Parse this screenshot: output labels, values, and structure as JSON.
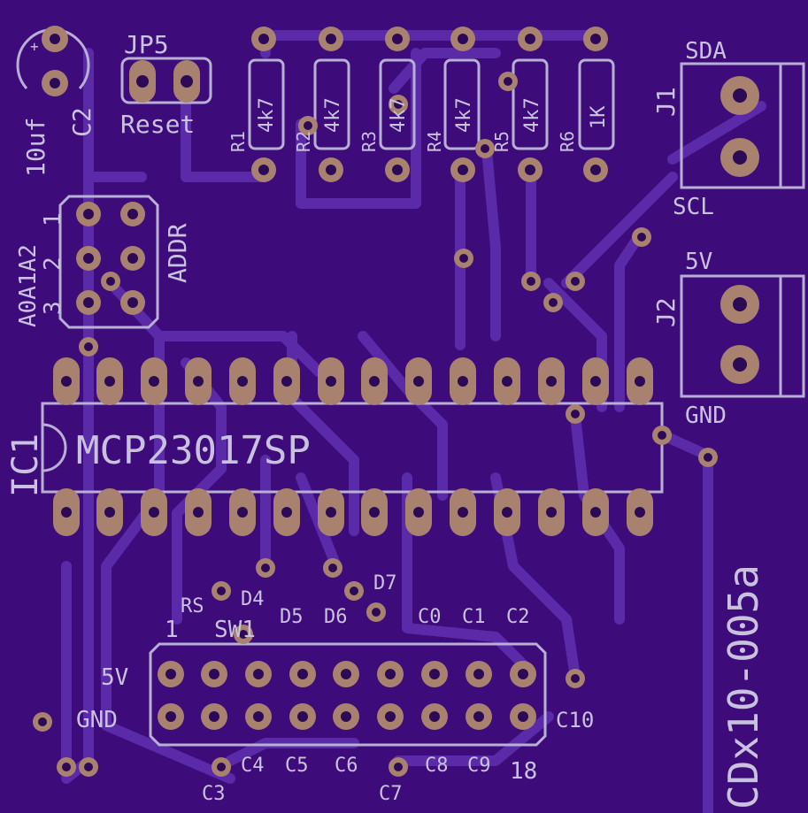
{
  "colors": {
    "board": "#3d0b7a",
    "trace": "#5a2aa8",
    "silkscreen": "#c9c2de",
    "copper_pad": "#a8826e",
    "drill": "#2c0a55"
  },
  "labels": {
    "jp5": "JP5",
    "reset": "Reset",
    "c2": "C2",
    "cap_value": "10uf",
    "cap_plus": "+",
    "r1": "R1",
    "r2": "R2",
    "r3": "R3",
    "r4": "R4",
    "r5": "R5",
    "r6": "R6",
    "r1_val": "4k7",
    "r2_val": "4k7",
    "r3_val": "4k7",
    "r4_val": "4k7",
    "r5_val": "4k7",
    "r6_val": "1K",
    "sda": "SDA",
    "j1": "J1",
    "scl": "SCL",
    "vcc": "5V",
    "j2": "J2",
    "gnd": "GND",
    "addr_pins": "A0A1A2",
    "addr_row1": "1",
    "addr_row2": "2",
    "addr_row3": "3",
    "addr": "ADDR",
    "ic1": "IC1",
    "ic_part": "MCP23017SP",
    "board_id": "CDx10-005a",
    "sw1": "SW1",
    "rs": "RS",
    "d4": "D4",
    "d5": "D5",
    "d6": "D6",
    "d7": "D7",
    "c0": "C0",
    "c1": "C1",
    "c2b": "C2",
    "pin1": "1",
    "vcc2": "5V",
    "gnd2": "GND",
    "c10": "C10",
    "c3": "C3",
    "c4": "C4",
    "c5": "C5",
    "c6": "C6",
    "c7": "C7",
    "c8": "C8",
    "c9": "C9",
    "pin18": "18"
  }
}
